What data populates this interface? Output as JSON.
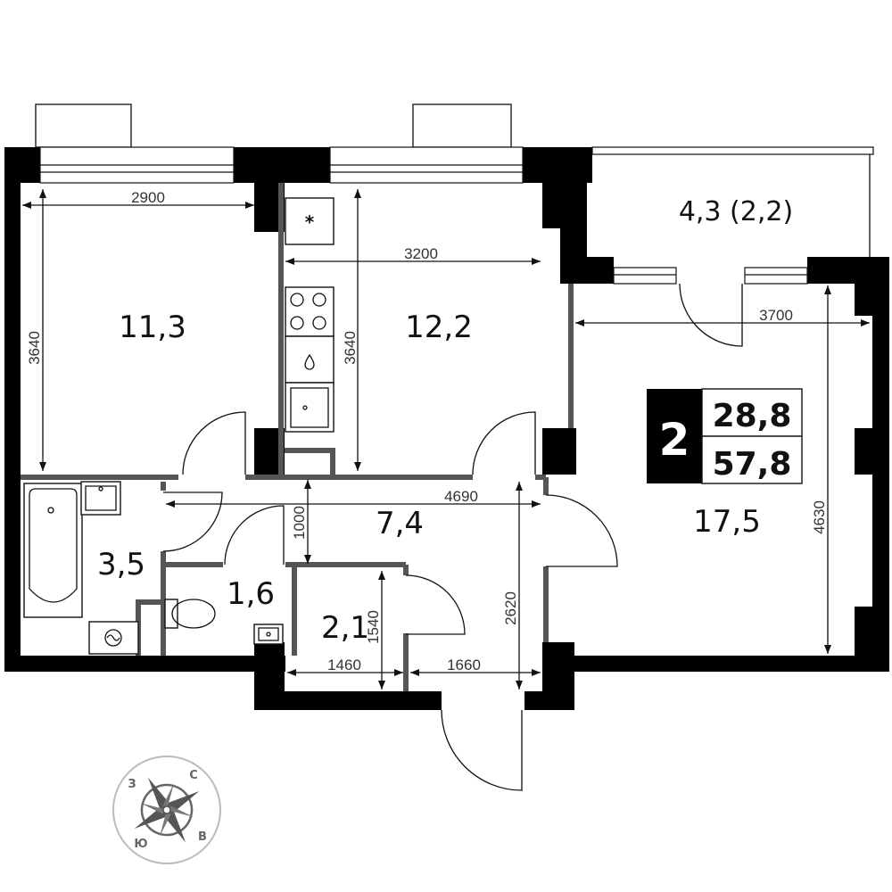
{
  "rooms": [
    {
      "name": "room-bedroom",
      "area": "11,3"
    },
    {
      "name": "room-kitchen",
      "area": "12,2"
    },
    {
      "name": "room-balcony",
      "area": "4,3 (2,2)"
    },
    {
      "name": "room-living",
      "area": "17,5"
    },
    {
      "name": "room-hall",
      "area": "7,4"
    },
    {
      "name": "room-bathroom",
      "area": "3,5"
    },
    {
      "name": "room-toilet",
      "area": "1,6"
    },
    {
      "name": "room-storage",
      "area": "2,1"
    }
  ],
  "dimensions": [
    {
      "name": "dim-bedroom-width",
      "label": "2900"
    },
    {
      "name": "dim-bedroom-depth",
      "label": "3640"
    },
    {
      "name": "dim-kitchen-width",
      "label": "3200"
    },
    {
      "name": "dim-kitchen-depth",
      "label": "3640"
    },
    {
      "name": "dim-living-width",
      "label": "3700"
    },
    {
      "name": "dim-living-depth",
      "label": "4630"
    },
    {
      "name": "dim-hall-width",
      "label": "4690"
    },
    {
      "name": "dim-hall-depth",
      "label": "1000"
    },
    {
      "name": "dim-entry-depth",
      "label": "2620"
    },
    {
      "name": "dim-storage-width",
      "label": "1460"
    },
    {
      "name": "dim-storage-depth",
      "label": "1540"
    },
    {
      "name": "dim-entry-width",
      "label": "1660"
    }
  ],
  "badge": {
    "rooms_count": "2",
    "living_area": "28,8",
    "total_area": "57,8"
  },
  "compass": {
    "west": "З",
    "north": "С",
    "south": "Ю",
    "east": "В"
  }
}
